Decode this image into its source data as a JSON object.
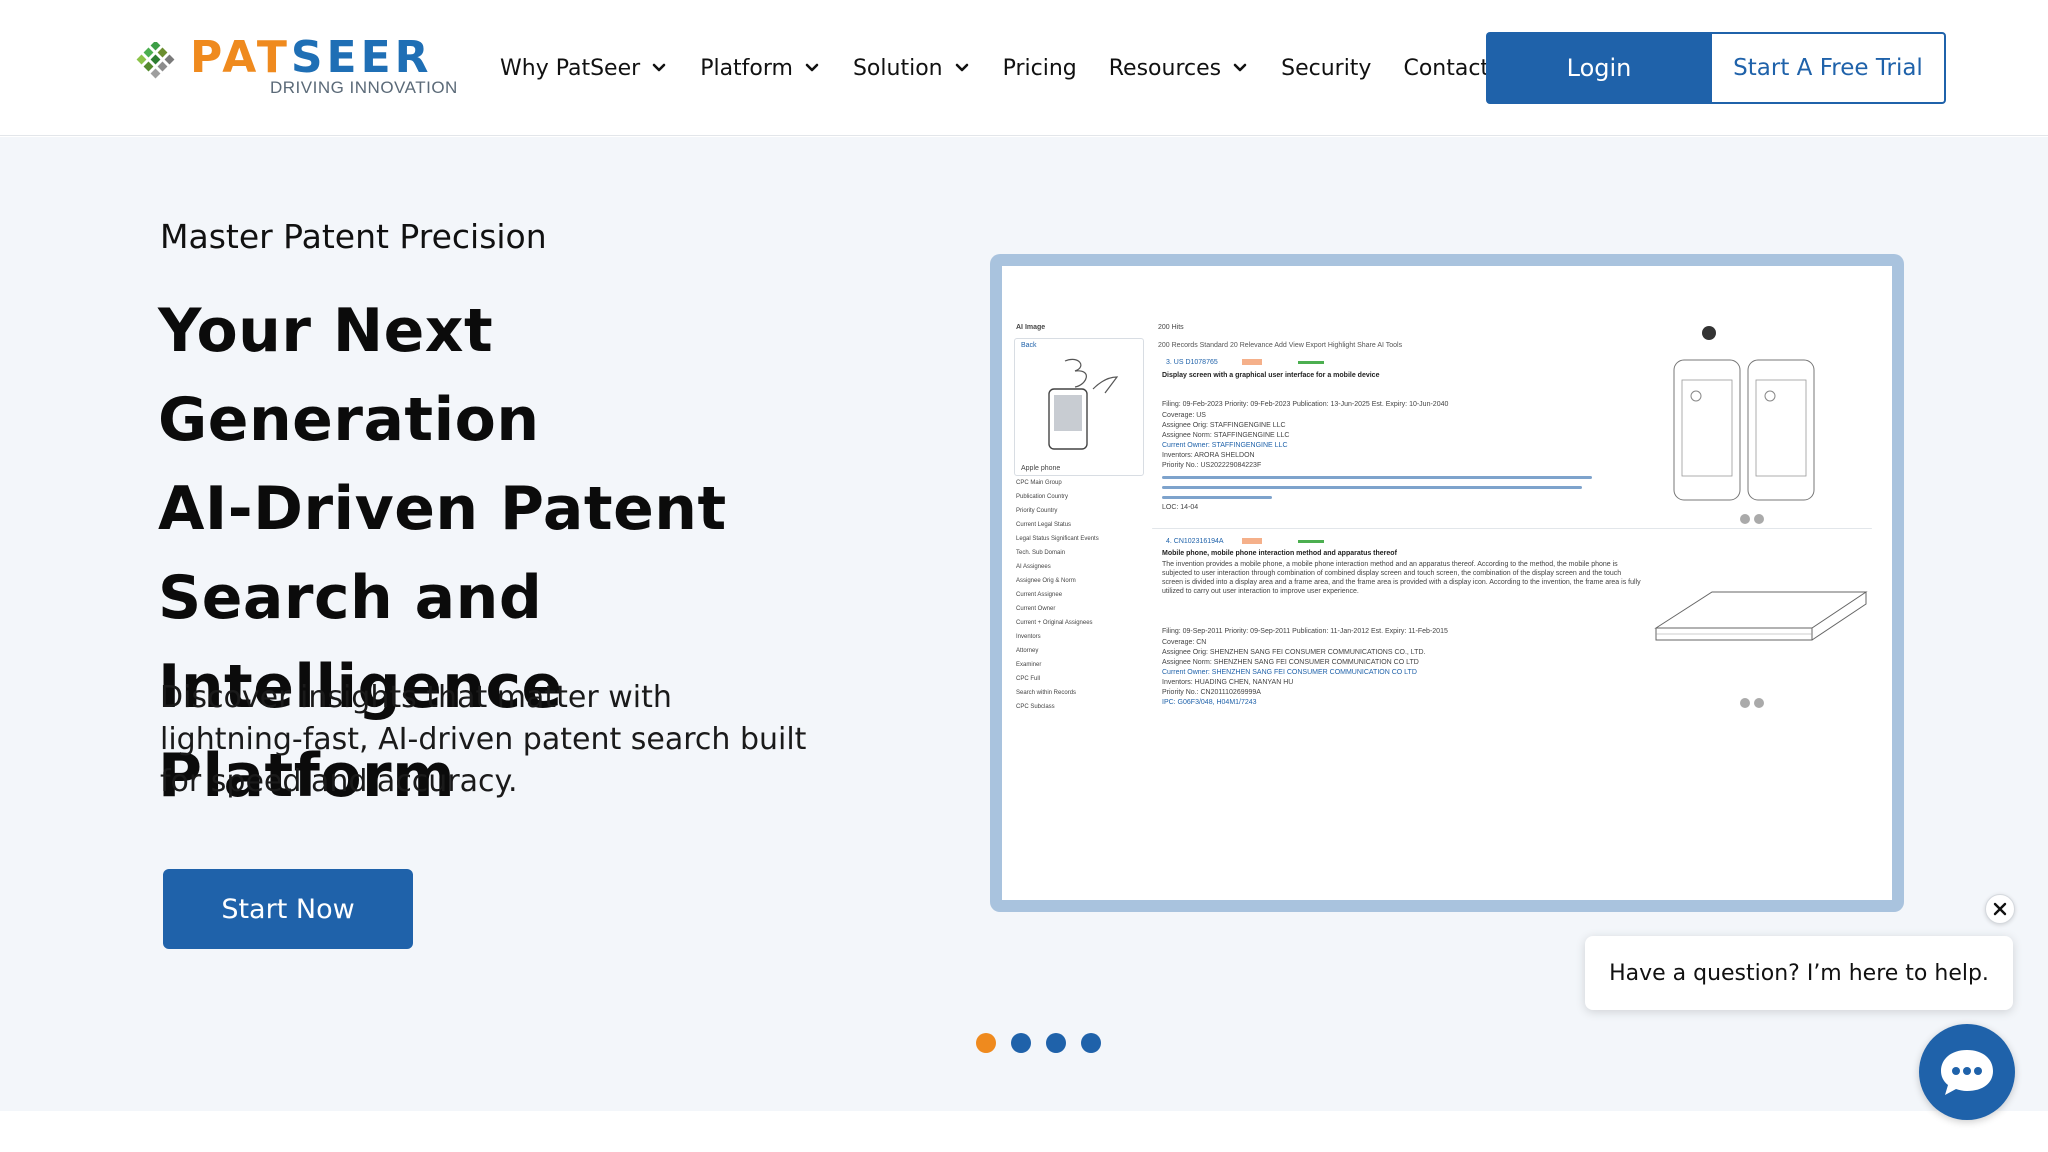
{
  "brand": {
    "name_part1": "PAT",
    "name_part2": "SEER",
    "tagline": "DRIVING INNOVATION",
    "orange": "#ef8a1e",
    "blue": "#1f62aa"
  },
  "nav": {
    "items": [
      {
        "label": "Why PatSeer",
        "has_dropdown": true
      },
      {
        "label": "Platform",
        "has_dropdown": true
      },
      {
        "label": "Solution",
        "has_dropdown": true
      },
      {
        "label": "Pricing",
        "has_dropdown": false
      },
      {
        "label": "Resources",
        "has_dropdown": true
      },
      {
        "label": "Security",
        "has_dropdown": false
      },
      {
        "label": "Contact",
        "has_dropdown": false
      }
    ],
    "login_label": "Login",
    "trial_label": "Start A Free Trial"
  },
  "hero": {
    "eyebrow": "Master Patent Precision",
    "headline_lines": [
      "Your Next Generation",
      "AI-Driven Patent",
      "Search and",
      "Intelligence Platform"
    ],
    "subtext": "Discover insights that matter with lightning-fast, AI-driven patent search built for speed and accuracy.",
    "cta_label": "Start Now"
  },
  "screenshot": {
    "left_title": "AI Image",
    "back_label": "Back",
    "thumb_caption": "Apple phone",
    "filters": [
      "CPC Main Group",
      "Publication Country",
      "Priority Country",
      "Current Legal Status",
      "Legal Status Significant Events",
      "Tech. Sub Domain",
      "AI Assignees",
      "Assignee Orig & Norm",
      "Current Assignee",
      "Current Owner",
      "Current + Original Assignees",
      "Inventors",
      "Attorney",
      "Examiner",
      "CPC Full",
      "Search within Records",
      "CPC Subclass"
    ],
    "hits_label": "200 Hits",
    "toolbar": "200 Records   Standard   20   Relevance   Add   View   Export   Highlight   Share   AI Tools",
    "record1": {
      "number": "3. US D1078765",
      "title": "Display screen with a graphical user interface for a mobile device",
      "dates": "Filing: 09-Feb-2023    Priority: 09-Feb-2023    Publication: 13-Jun-2025    Est. Expiry: 10-Jun-2040",
      "coverage": "Coverage: US",
      "assignee_orig": "Assignee Orig: STAFFINGENGINE LLC",
      "assignee_norm": "Assignee Norm: STAFFINGENGINE LLC",
      "current_owner": "Current Owner: STAFFINGENGINE LLC",
      "inventors": "Inventors: ARORA SHELDON",
      "priority_no": "Priority No.: US202229084223F",
      "loc": "LOC: 14-04"
    },
    "record2": {
      "number": "4. CN102316194A",
      "title": "Mobile phone, mobile phone interaction method and apparatus thereof",
      "abstract": "The invention provides a mobile phone, a mobile phone interaction method and an apparatus thereof. According to the method, the mobile phone is subjected to user interaction through combination of combined display screen and touch screen, the combination of the display screen and the touch screen is divided into a display area and a frame area, and the frame area is provided with a display icon. According to the invention, the frame area is fully utilized to carry out user interaction to improve user experience.",
      "dates": "Filing: 09-Sep-2011    Priority: 09-Sep-2011    Publication: 11-Jan-2012    Est. Expiry: 11-Feb-2015",
      "coverage": "Coverage: CN",
      "assignee_orig": "Assignee Orig: SHENZHEN SANG FEI CONSUMER COMMUNICATIONS CO., LTD.",
      "assignee_norm": "Assignee Norm: SHENZHEN SANG FEI CONSUMER COMMUNICATION CO LTD",
      "current_owner": "Current Owner: SHENZHEN SANG FEI CONSUMER COMMUNICATION CO LTD",
      "inventors": "Inventors: HUADING CHEN, NANYAN HU",
      "priority_no": "Priority No.: CN201110269999A",
      "ipc": "IPC: G06F3/048, H04M1/7243"
    }
  },
  "carousel": {
    "slide_count": 4,
    "active_index": 0
  },
  "chat": {
    "prompt": "Have a question? I’m here to help."
  }
}
